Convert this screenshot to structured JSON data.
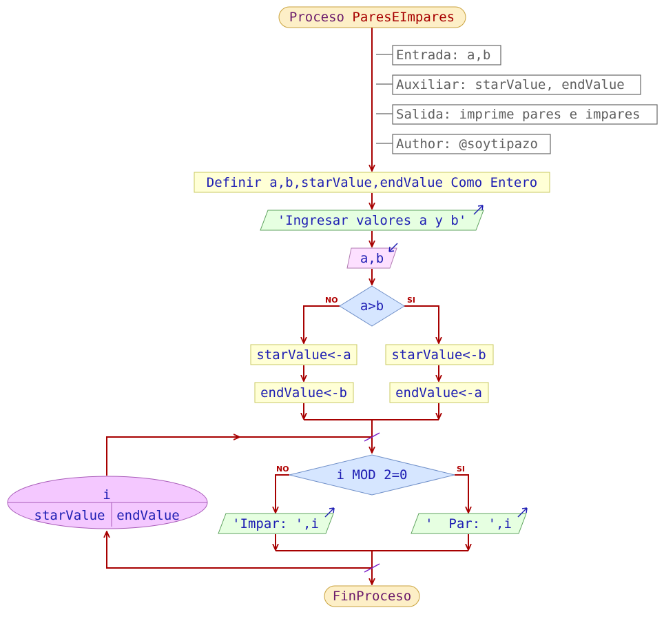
{
  "diagram": {
    "start": {
      "keyword": "Proceso",
      "name": "ParesEImpares"
    },
    "comments": [
      "Entrada: a,b",
      "Auxiliar: starValue, endValue",
      "Salida: imprime pares e impares",
      "Author: @soytipazo"
    ],
    "define": "Definir a,b,starValue,endValue Como Entero",
    "output_prompt": "'Ingresar valores a y b'",
    "input": "a,b",
    "decision1": {
      "cond": "a>b",
      "no": "NO",
      "yes": "SI"
    },
    "branch_no": {
      "assign1": "starValue<-a",
      "assign2": "endValue<-b"
    },
    "branch_yes": {
      "assign1": "starValue<-b",
      "assign2": "endValue<-a"
    },
    "loop": {
      "var": "i",
      "from": "starValue",
      "to": "endValue"
    },
    "decision2": {
      "cond": "i MOD 2=0",
      "no": "NO",
      "yes": "SI"
    },
    "out_odd": "'Impar: ',i",
    "out_even": "'  Par: ',i",
    "end": "FinProceso",
    "colors": {
      "edge": "#a70000",
      "text_blue": "#1d1db3",
      "terminal_fill": "#fdefc7",
      "process_fill": "#ffffd6",
      "output_fill": "#e6ffe1",
      "input_fill": "#fde0ff",
      "decision_fill": "#d6e6ff",
      "loop_fill": "#f4c8ff"
    }
  }
}
